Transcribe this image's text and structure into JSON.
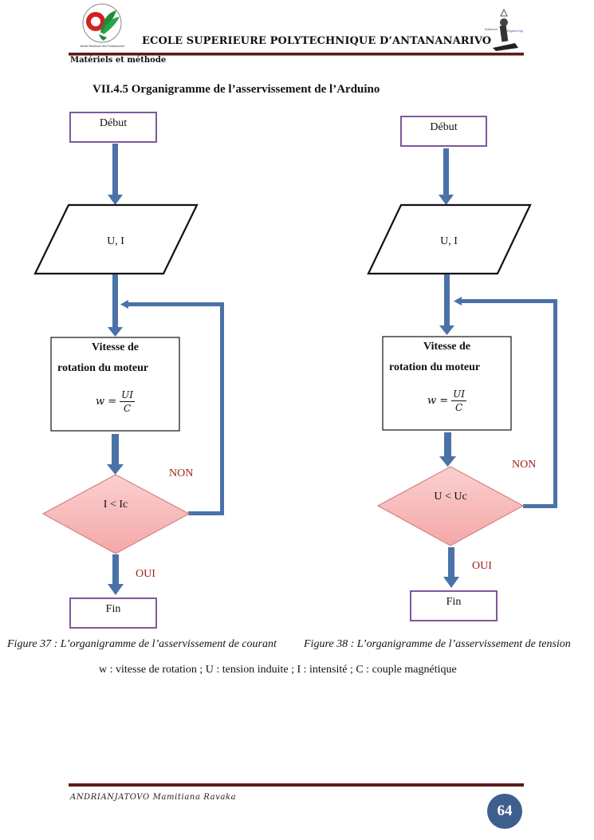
{
  "header": {
    "institution": "ECOLE SUPERIEURE POLYTECHNIQUE D’ANTANANARIVO",
    "section": "Matériels et méthode",
    "logo_left": "school-emblem-logo",
    "logo_right": "industrial-engineering-logo",
    "rule_color": "#5c1a1a"
  },
  "section_title": "VII.4.5 Organigramme de l’asservissement de l’Arduino",
  "flowcharts": [
    {
      "id": "courant",
      "start": "Début",
      "input": "U, I",
      "process_line1": "Vitesse de",
      "process_line2": "rotation du moteur",
      "formula_lhs": "w =",
      "formula_num": "UI",
      "formula_den": "C",
      "decision": "I < Ic",
      "no_label": "NON",
      "yes_label": "OUI",
      "end": "Fin",
      "caption": "Figure 37 : L’organigramme de l’asservissement de courant"
    },
    {
      "id": "tension",
      "start": "Début",
      "input": "U, I",
      "process_line1": "Vitesse de",
      "process_line2": "rotation du moteur",
      "formula_lhs": "w =",
      "formula_num": "UI",
      "formula_den": "C",
      "decision": "U < Uc",
      "no_label": "NON",
      "yes_label": "OUI",
      "end": "Fin",
      "caption": "Figure 38 : L’organigramme de l’asservissement de tension"
    }
  ],
  "legend": "w : vitesse de rotation ; U : tension induite ; I : intensité ; C : couple magnétique",
  "colors": {
    "arrow": "#4a72a8",
    "terminal_border": "#7d5a9c",
    "decision_fill": "#f7b8b8",
    "decision_stroke": "#d98080",
    "label_red": "#a41e1e",
    "page_badge": "#3e5f8e"
  },
  "footer": {
    "author": "ANDRIANJATOVO Mamitiana Ravaka",
    "page_number": "64"
  }
}
